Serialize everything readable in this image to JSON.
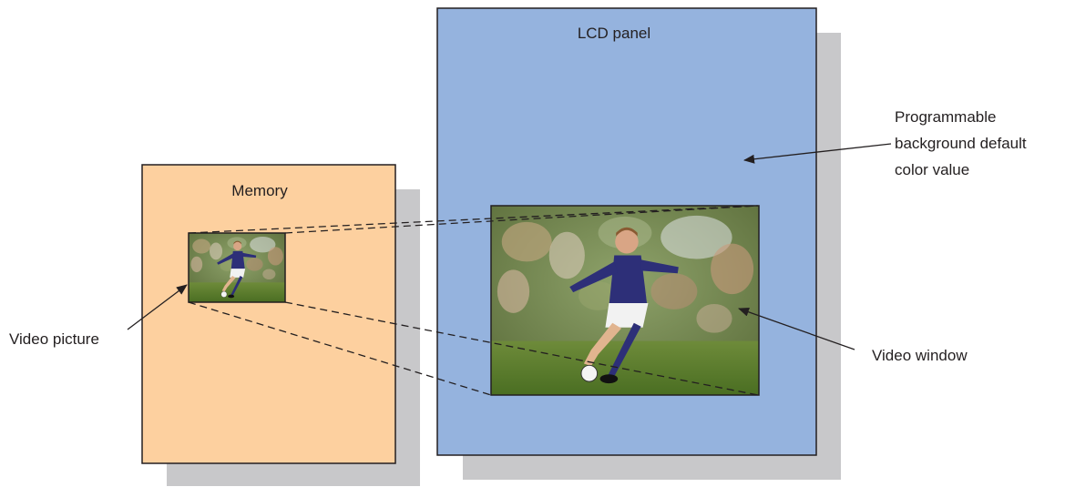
{
  "labels": {
    "lcd_panel": "LCD panel",
    "memory": "Memory",
    "programmable_line1": "Programmable",
    "programmable_line2": "background default",
    "programmable_line3": "color value",
    "video_picture": "Video picture",
    "video_window": "Video window"
  },
  "colors": {
    "lcd_panel_fill": "#95b3de",
    "memory_fill": "#fdd09f",
    "shadow": "#c8c8ca",
    "stroke": "#231f20"
  },
  "images": {
    "scene": "soccer-player-kicking-ball-photo"
  }
}
